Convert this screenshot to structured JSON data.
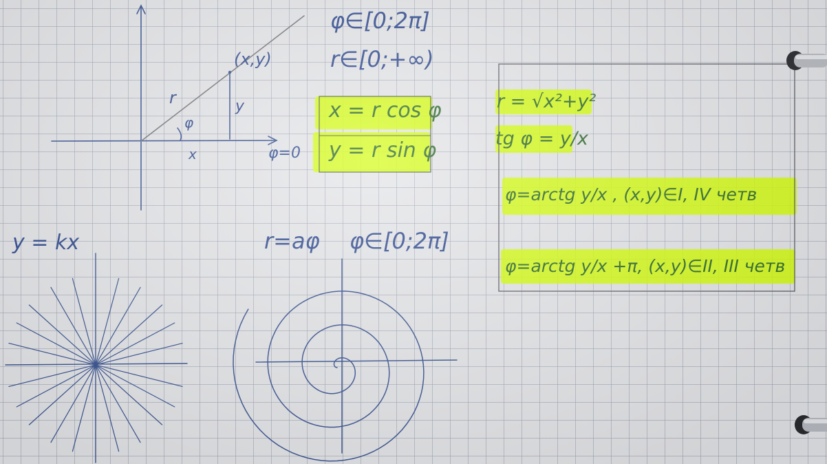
{
  "colors": {
    "paper": "#e4e5e8",
    "grid": "#969eaf",
    "ink": "#2f4a8f",
    "pencil": "#6f7075",
    "highlighter": "#d4ff00",
    "highlighted_ink": "#2f6a2a"
  },
  "top_diagram": {
    "point_label": "(x,y)",
    "r_label": "r",
    "phi_label": "φ",
    "y_label": "y",
    "x_label": "x",
    "phi_zero": "φ=0"
  },
  "ranges": {
    "phi_range": "φ∈[0;2π]",
    "r_range": "r∈[0;+∞)"
  },
  "conversion": {
    "x_formula": "x = r cos φ",
    "y_formula": "y = r sin φ"
  },
  "inverse": {
    "r_formula": "r = √x²+y²",
    "tg_formula": "tg φ = y/x",
    "phi_case1": "φ=arctg y/x , (x,y)∈I, IV четв",
    "phi_case2": "φ=arctg y/x +π, (x,y)∈II, III четв"
  },
  "lines_plot": {
    "equation": "y = kx"
  },
  "spiral_plot": {
    "equation": "r=aφ",
    "range": "φ∈[0;2π]"
  },
  "icons": [
    "binder-ring-icon"
  ]
}
